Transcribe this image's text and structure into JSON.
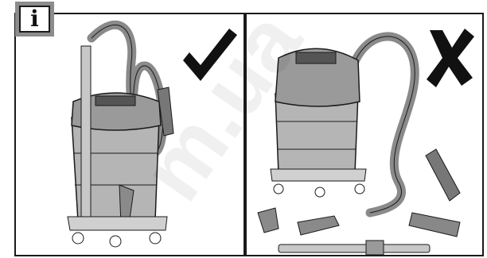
{
  "info_badge": {
    "symbol": "i",
    "icon": "info-icon"
  },
  "panels": [
    {
      "id": "left",
      "status": "correct",
      "status_icon": "checkmark-icon",
      "status_color": "#111111"
    },
    {
      "id": "right",
      "status": "incorrect",
      "status_icon": "cross-icon",
      "status_color": "#111111"
    }
  ],
  "watermark": {
    "text": "m.ua"
  },
  "colors": {
    "outline": "#1a1a1a",
    "body_gray": "#9a9a9a",
    "light_gray": "#c8c8c8",
    "dark_gray": "#555555"
  }
}
